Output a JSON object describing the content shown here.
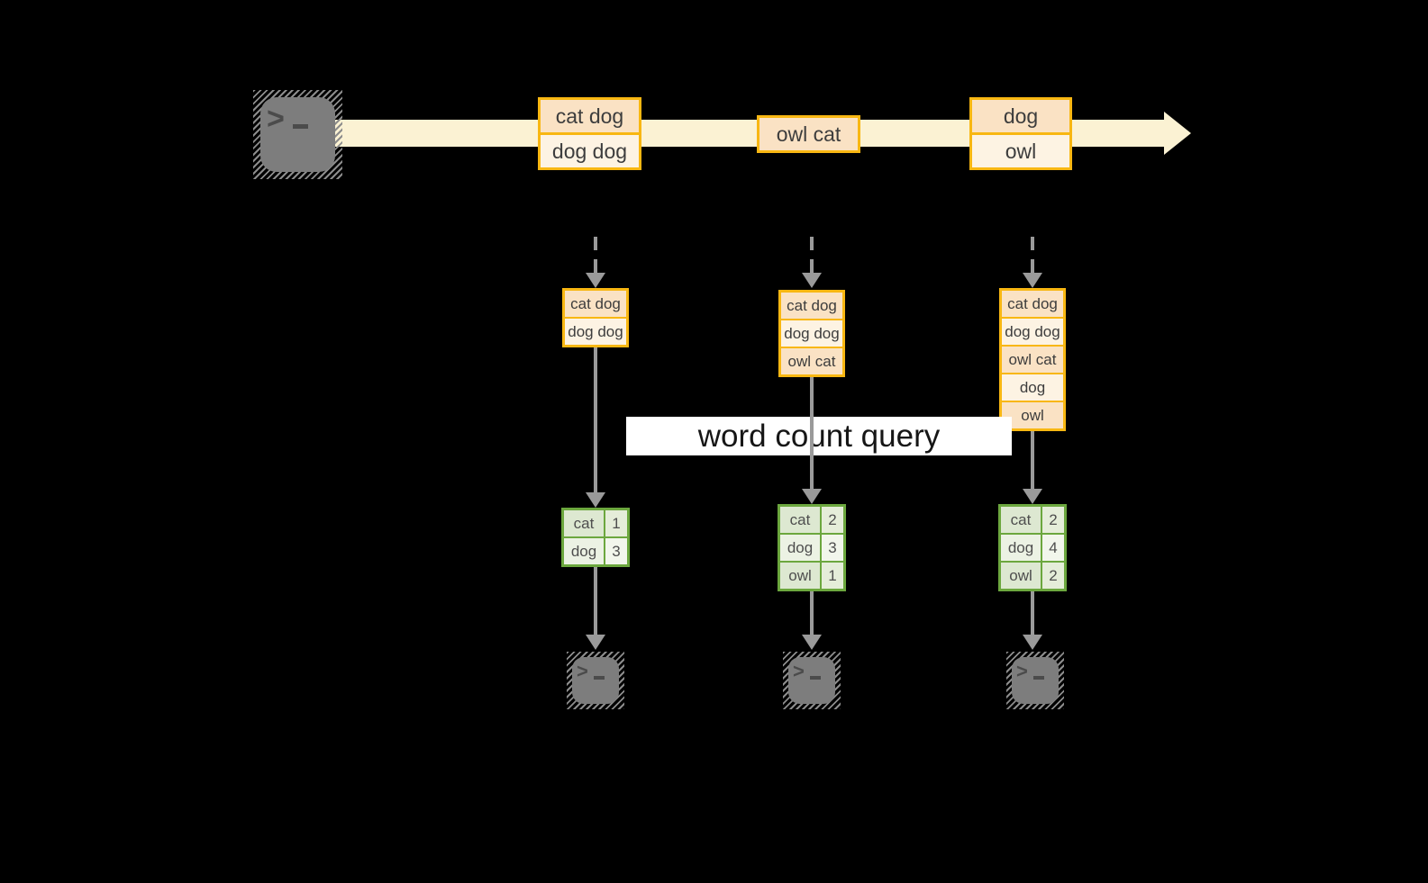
{
  "query_label": "word count query",
  "stream": {
    "source_icon": "terminal-icon",
    "batches": [
      {
        "records": [
          "cat dog",
          "dog dog"
        ]
      },
      {
        "records": [
          "owl cat"
        ]
      },
      {
        "records": [
          "dog",
          "owl"
        ]
      }
    ]
  },
  "columns": [
    {
      "input_records": [
        "cat dog",
        "dog dog"
      ],
      "counts": [
        {
          "word": "cat",
          "count": "1"
        },
        {
          "word": "dog",
          "count": "3"
        }
      ],
      "sink_icon": "terminal-icon"
    },
    {
      "input_records": [
        "cat dog",
        "dog dog",
        "owl cat"
      ],
      "counts": [
        {
          "word": "cat",
          "count": "2"
        },
        {
          "word": "dog",
          "count": "3"
        },
        {
          "word": "owl",
          "count": "1"
        }
      ],
      "sink_icon": "terminal-icon"
    },
    {
      "input_records": [
        "cat dog",
        "dog dog",
        "owl cat",
        "dog",
        "owl"
      ],
      "counts": [
        {
          "word": "cat",
          "count": "2"
        },
        {
          "word": "dog",
          "count": "4"
        },
        {
          "word": "owl",
          "count": "2"
        }
      ],
      "sink_icon": "terminal-icon"
    }
  ],
  "colors": {
    "background": "#000000",
    "stream_band": "#fbf2d3",
    "record_border": "#f8b712",
    "record_fill_dark": "#fae2c4",
    "record_fill_light": "#fdf3e3",
    "table_border": "#6ca73e",
    "table_fill_dark": "#dde8d1",
    "table_fill_light": "#ecf2e4",
    "connector_gray": "#9a9a9a",
    "terminal_gray": "#7d7d7d",
    "query_band_bg": "#ffffff",
    "query_text": "#161616"
  }
}
